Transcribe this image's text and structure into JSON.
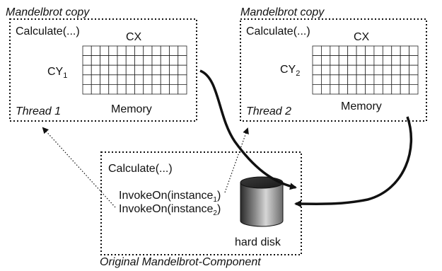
{
  "copies": [
    {
      "caption": "Mandelbrot copy",
      "method": "Calculate(...)",
      "x_axis_label": "CX",
      "y_axis_label": "CY",
      "y_axis_subscript": "1",
      "grid_label": "Memory",
      "thread_label": "Thread 1",
      "grid_rows": 5,
      "grid_cols": 12
    },
    {
      "caption": "Mandelbrot copy",
      "method": "Calculate(...)",
      "x_axis_label": "CX",
      "y_axis_label": "CY",
      "y_axis_subscript": "2",
      "grid_label": "Memory",
      "thread_label": "Thread 2",
      "grid_rows": 5,
      "grid_cols": 12
    }
  ],
  "original": {
    "caption": "Original Mandelbrot-Component",
    "method": "Calculate(...)",
    "invoke_1": "InvokeOn(instance",
    "invoke_1_sub": "1",
    "invoke_1_end": ")",
    "invoke_2": "InvokeOn(instance",
    "invoke_2_sub": "2",
    "invoke_2_end": ")",
    "disk_label": "hard disk"
  }
}
